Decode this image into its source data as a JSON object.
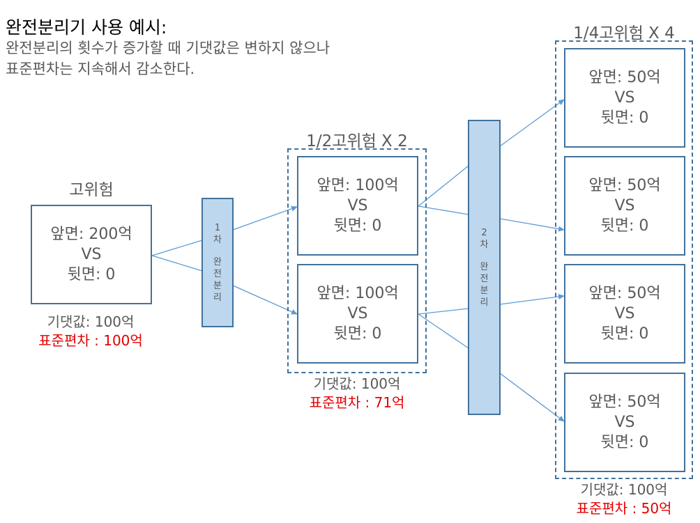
{
  "header": {
    "title": "완전분리기 사용 예시:",
    "desc_line1": "완전분리의 횟수가 증가할 때 기댓값은 변하지 않으나",
    "desc_line2": "표준편차는 지속해서 감소한다."
  },
  "stage0": {
    "label": "고위험",
    "box": {
      "front": "앞면: 200억",
      "vs": "VS",
      "back": "뒷면: 0"
    },
    "expected": "기댓값: 100억",
    "stddev": "표준편차 : 100억"
  },
  "split1": {
    "num": "1",
    "ch1": "차",
    "ch2": "완",
    "ch3": "전",
    "ch4": "분",
    "ch5": "리"
  },
  "stage1": {
    "label": "1/2고위험 X 2",
    "boxes": [
      {
        "front": "앞면: 100억",
        "vs": "VS",
        "back": "뒷면: 0"
      },
      {
        "front": "앞면: 100억",
        "vs": "VS",
        "back": "뒷면: 0"
      }
    ],
    "expected": "기댓값: 100억",
    "stddev": "표준편차 : 71억"
  },
  "split2": {
    "num": "2",
    "ch1": "차",
    "ch2": "완",
    "ch3": "전",
    "ch4": "분",
    "ch5": "리"
  },
  "stage2": {
    "label": "1/4고위험 X 4",
    "boxes": [
      {
        "front": "앞면: 50억",
        "vs": "VS",
        "back": "뒷면: 0"
      },
      {
        "front": "앞면: 50억",
        "vs": "VS",
        "back": "뒷면: 0"
      },
      {
        "front": "앞면: 50억",
        "vs": "VS",
        "back": "뒷면: 0"
      },
      {
        "front": "앞면: 50억",
        "vs": "VS",
        "back": "뒷면: 0"
      }
    ],
    "expected": "기댓값: 100억",
    "stddev": "표준편차 : 50억"
  },
  "colors": {
    "box_border": "#41719c",
    "bar_fill": "#bdd7ee",
    "arrow": "#5b9bd5",
    "stddev_text": "#e30000"
  }
}
